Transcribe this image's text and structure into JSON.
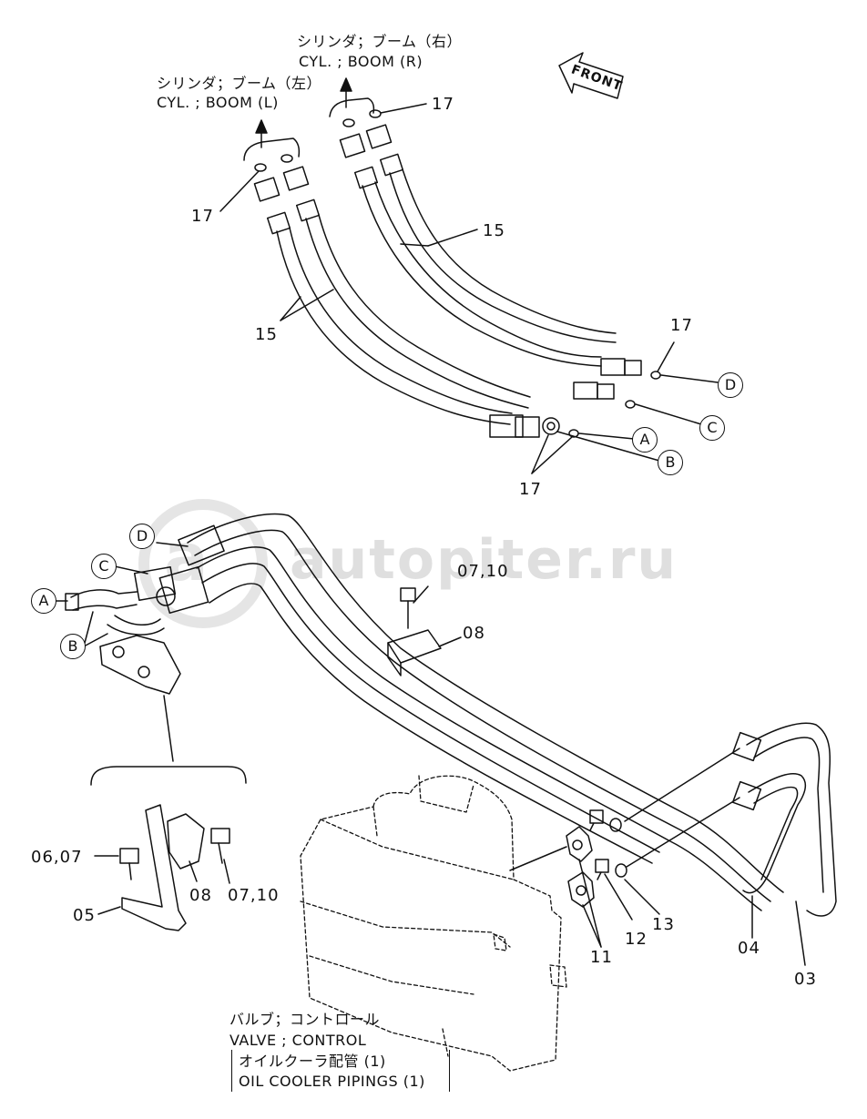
{
  "watermark": {
    "text": "autopiter.ru",
    "logo_letter": "a"
  },
  "front_arrow": {
    "text": "FRONT"
  },
  "captions": {
    "cyl_boom_r_jp": "シリンダ；ブーム（右）",
    "cyl_boom_r_en": "CYL. ; BOOM (R)",
    "cyl_boom_l_jp": "シリンダ；ブーム（左）",
    "cyl_boom_l_en": "CYL. ; BOOM (L)",
    "valve_jp": "バルブ；コントロール",
    "valve_en": "VALVE ; CONTROL",
    "pipings_jp": "オイルクーラ配管 (1)",
    "pipings_en": "OIL COOLER PIPINGS (1)"
  },
  "part_labels": {
    "p17_top_right": "17",
    "p17_top_left": "17",
    "p17_right": "17",
    "p17_bottom": "17",
    "p15_right": "15",
    "p15_left": "15",
    "p07_10_top": "07,10",
    "p08_top": "08",
    "p06_07": "06,07",
    "p08_detail": "08",
    "p07_10_detail": "07,10",
    "p05": "05",
    "p11": "11",
    "p12": "12",
    "p13": "13",
    "p04": "04",
    "p03": "03"
  },
  "connection_markers": {
    "d_right": "D",
    "c_right": "C",
    "a_right": "A",
    "b_right": "B",
    "d_left": "D",
    "c_left": "C",
    "a_left": "A",
    "b_left": "B"
  }
}
